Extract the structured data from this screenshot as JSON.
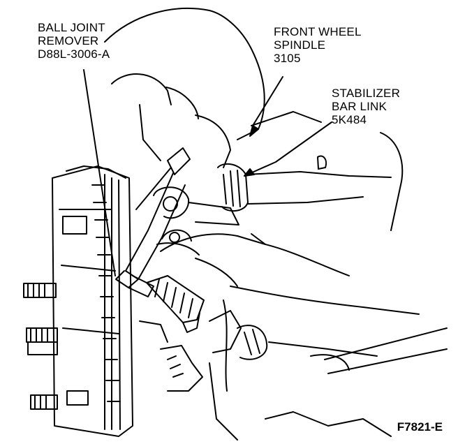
{
  "callouts": {
    "ball_joint_remover": {
      "line1": "BALL JOINT",
      "line2": "REMOVER",
      "line3": "D88L-3006-A"
    },
    "front_wheel_spindle": {
      "line1": "FRONT WHEEL",
      "line2": "SPINDLE",
      "line3": "3105"
    },
    "stabilizer_bar_link": {
      "line1": "STABILIZER",
      "line2": "BAR LINK",
      "line3": "5K484"
    }
  },
  "figure_id": "F7821-E",
  "colors": {
    "ink": "#000000",
    "paper": "#ffffff"
  }
}
